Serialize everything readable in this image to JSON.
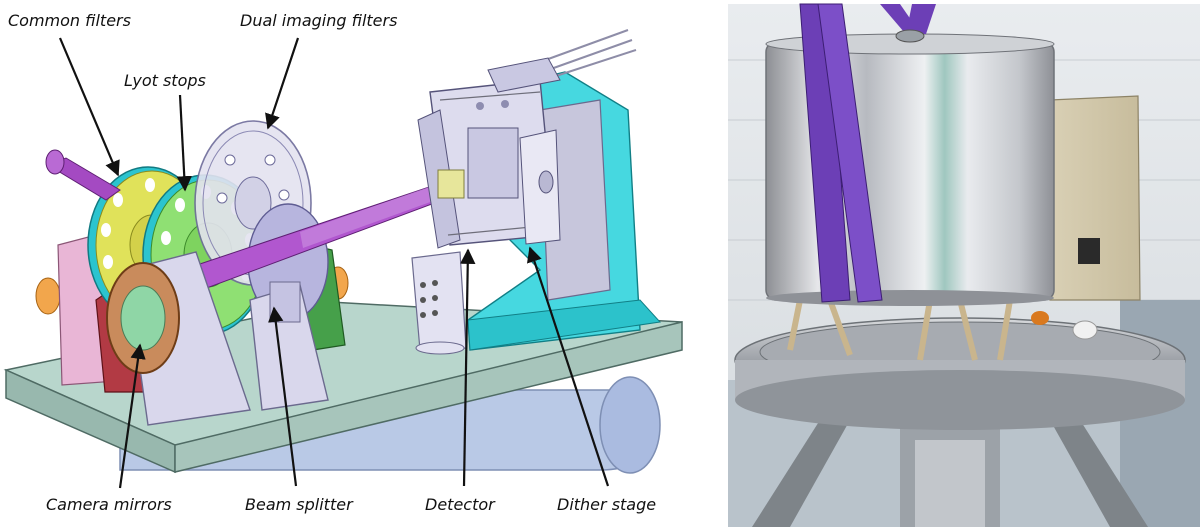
{
  "labels": {
    "common_filters": "Common filters",
    "dual_imaging_filters": "Dual imaging filters",
    "lyot_stops": "Lyot stops",
    "camera_mirrors": "Camera mirrors",
    "beam_splitter": "Beam splitter",
    "detector": "Detector",
    "dither_stage": "Dither stage"
  }
}
